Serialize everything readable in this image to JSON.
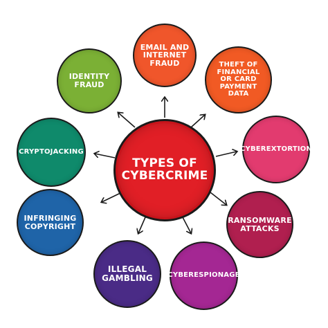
{
  "center": {
    "label": "TYPES OF\nCYBERCRIME",
    "color": "#e11f26"
  },
  "nodes": [
    {
      "id": "email",
      "label": "EMAIL AND\nINTERNET\nFRAUD",
      "color": "#f0562b"
    },
    {
      "id": "theft",
      "label": "THEFT OF\nFINANCIAL\nOR CARD\nPAYMENT\nDATA",
      "color": "#f15a24"
    },
    {
      "id": "identity",
      "label": "IDENTITY\nFRAUD",
      "color": "#7bb035"
    },
    {
      "id": "crypto",
      "label": "CRYPTOJACKING",
      "color": "#0f8a6b"
    },
    {
      "id": "cyberext",
      "label": "CYBEREXTORTION",
      "color": "#e23b6f"
    },
    {
      "id": "copy",
      "label": "INFRINGING\nCOPYRIGHT",
      "color": "#1f64a8"
    },
    {
      "id": "ransom",
      "label": "RANSOMWARE\nATTACKS",
      "color": "#b01f4f"
    },
    {
      "id": "gambling",
      "label": "ILLEGAL\nGAMBLING",
      "color": "#4a2b86"
    },
    {
      "id": "espion",
      "label": "CYBERESPIONAGE",
      "color": "#a42793"
    }
  ],
  "arrow_color": "#1a1a1a"
}
